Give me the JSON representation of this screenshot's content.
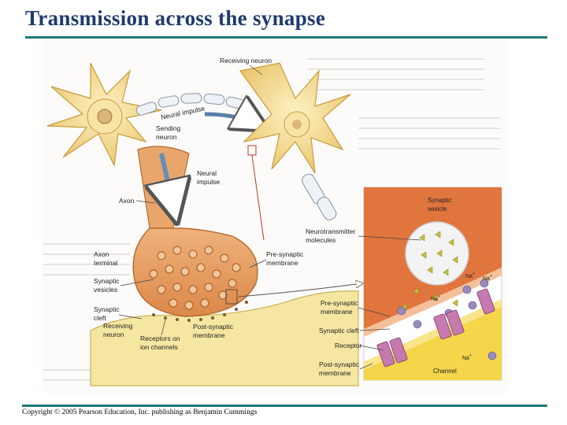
{
  "title": "Transmission across the synapse",
  "copyright": "Copyright © 2005 Pearson Education, Inc. publishing as Benjamin Cummings",
  "colors": {
    "accent_rule": "#1f7a78",
    "title": "#1f3a6e",
    "neuron_fill": "#f3d98a",
    "terminal_fill": "#e59b5f",
    "cleft_fill": "#f5e7a2",
    "inset_top": "#e0753e",
    "inset_bottom": "#f5d54a",
    "receptor": "#c77ab0",
    "ion": "#9a8bbf"
  },
  "labels": {
    "receiving_neuron": "Receiving neuron",
    "neural_impulse_top": "Neural impulse",
    "sending_neuron": [
      "Sending",
      "neuron"
    ],
    "neural_impulse_mid": [
      "Neural",
      "impulse"
    ],
    "axon": "Axon",
    "axon_terminal": [
      "Axon",
      "terminal"
    ],
    "synaptic_vesicles": [
      "Synaptic",
      "vesicles"
    ],
    "synaptic_cleft": [
      "Synaptic",
      "cleft"
    ],
    "receiving_neuron_bottom": [
      "Receiving",
      "neuron"
    ],
    "receptors": [
      "Receptors on",
      "ion channels"
    ],
    "post_synaptic": [
      "Post-synaptic",
      "membrane"
    ],
    "pre_synaptic": [
      "Pre-synaptic",
      "membrane"
    ],
    "neurotransmitter": [
      "Neurotransmitter",
      "molecules"
    ],
    "inset_vesicle": [
      "Synaptic",
      "vesicle"
    ],
    "inset_pre": [
      "Pre-synaptic",
      "membrane"
    ],
    "inset_cleft": "Synaptic cleft",
    "inset_receptor": "Receptor",
    "inset_post": [
      "Post-synaptic",
      "membrane"
    ],
    "inset_channel": "Channel",
    "na_ion": "Na",
    "na_charge": "+"
  }
}
